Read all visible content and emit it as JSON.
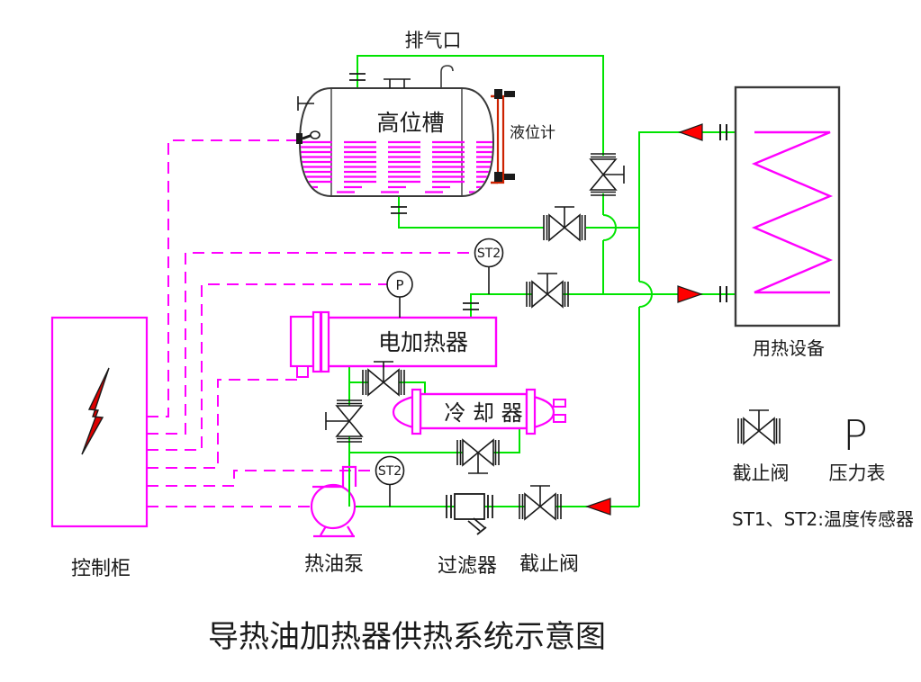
{
  "title": "导热油加热器供热系统示意图",
  "labels": {
    "vent_port": "排气口",
    "high_tank": "高位槽",
    "level_gauge": "液位计",
    "heat_equipment": "用热设备",
    "electric_heater": "电加热器",
    "cooler": "冷 却 器",
    "control_cabinet": "控制柜",
    "hot_oil_pump": "热油泵",
    "filter": "过滤器",
    "stop_valve": "截止阀",
    "sensor_top": "ST2",
    "sensor_bottom": "ST2",
    "pressure_gauge_symbol": "P"
  },
  "legend": {
    "valve_label": "截止阀",
    "pressure_symbol": "P",
    "pressure_label": "压力表",
    "sensors_note": "ST1、ST2:温度传感器"
  },
  "colors": {
    "pipe_green": "#00e400",
    "control_magenta": "#ff00ff",
    "arrow_red": "#ff0000",
    "gauge_red": "#cc2200",
    "equipment_outline": "#3a3a3a",
    "symbol_black": "#1a1a1a"
  }
}
